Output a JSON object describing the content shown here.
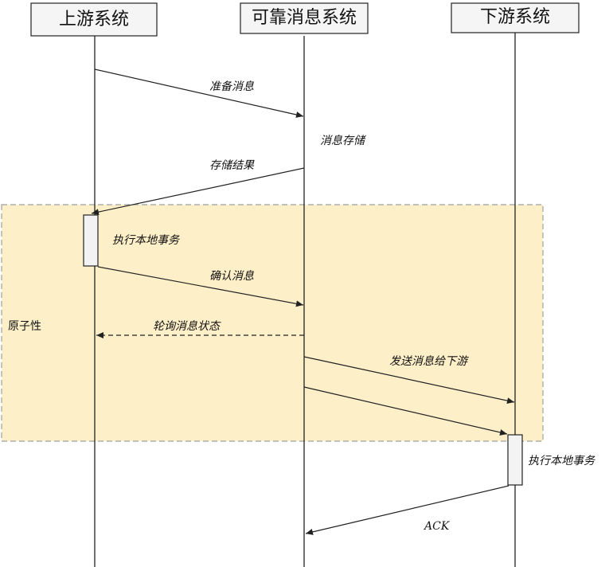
{
  "actors": [
    {
      "id": "upstream",
      "label": "上游系统"
    },
    {
      "id": "mq",
      "label": "可靠消息系统"
    },
    {
      "id": "downstream",
      "label": "下游系统"
    }
  ],
  "region": {
    "label": "原子性",
    "fill": "#fdefc8"
  },
  "messages": [
    {
      "id": "prepare",
      "label": "准备消息"
    },
    {
      "id": "store",
      "label": "消息存储"
    },
    {
      "id": "store_result",
      "label": "存储结果"
    },
    {
      "id": "exec_local_up",
      "label": "执行本地事务"
    },
    {
      "id": "confirm",
      "label": "确认消息"
    },
    {
      "id": "poll",
      "label": "轮询消息状态"
    },
    {
      "id": "send",
      "label": "发送消息给下游"
    },
    {
      "id": "exec_local_down",
      "label": "执行本地事务"
    },
    {
      "id": "ack",
      "label": "ACK"
    }
  ]
}
